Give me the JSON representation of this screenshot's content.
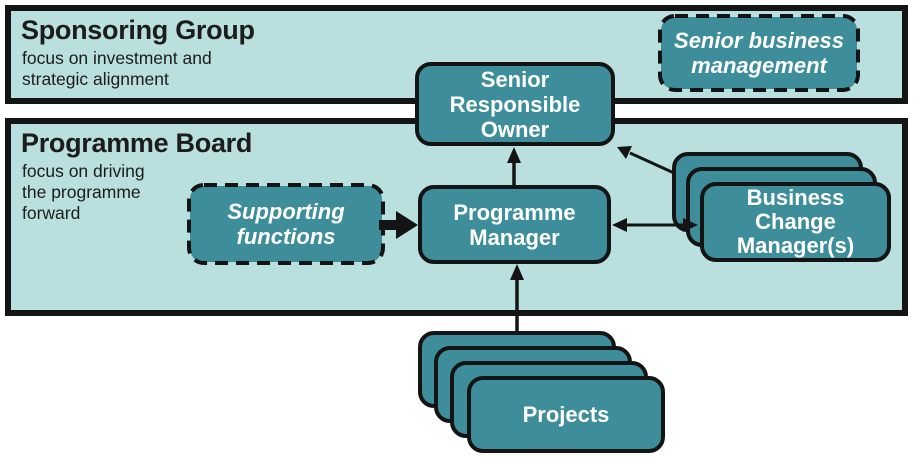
{
  "colors": {
    "band_fill": "#b9dfdf",
    "node_fill": "#3d8e9a",
    "line": "#141414",
    "heading_text": "#1c1c1c",
    "node_text": "#ffffff"
  },
  "sponsoring_group": {
    "title": "Sponsoring Group",
    "subtitle_lines": [
      "focus on investment and",
      "strategic alignment"
    ]
  },
  "programme_board": {
    "title": "Programme Board",
    "subtitle_lines": [
      "focus on driving",
      "the programme",
      "forward"
    ]
  },
  "nodes": {
    "senior_responsible_owner": {
      "lines": [
        "Senior",
        "Responsible",
        "Owner"
      ],
      "style": "solid"
    },
    "senior_business_management": {
      "lines": [
        "Senior business",
        "management"
      ],
      "style": "dashed"
    },
    "supporting_functions": {
      "lines": [
        "Supporting",
        "functions"
      ],
      "style": "dashed"
    },
    "programme_manager": {
      "lines": [
        "Programme",
        "Manager"
      ],
      "style": "solid"
    },
    "business_change_managers": {
      "lines": [
        "Business",
        "Change",
        "Manager(s)"
      ],
      "style": "solid-stack-3"
    },
    "projects": {
      "lines": [
        "Projects"
      ],
      "style": "solid-stack-4"
    }
  },
  "arrows": [
    {
      "from": "programme_manager",
      "to": "senior_responsible_owner",
      "type": "single"
    },
    {
      "from": "business_change_managers",
      "to": "senior_responsible_owner",
      "type": "single"
    },
    {
      "from": "business_change_managers",
      "to": "programme_manager",
      "type": "double"
    },
    {
      "from": "supporting_functions",
      "to": "programme_manager",
      "type": "thick"
    },
    {
      "from": "projects",
      "to": "programme_manager",
      "type": "single"
    }
  ]
}
